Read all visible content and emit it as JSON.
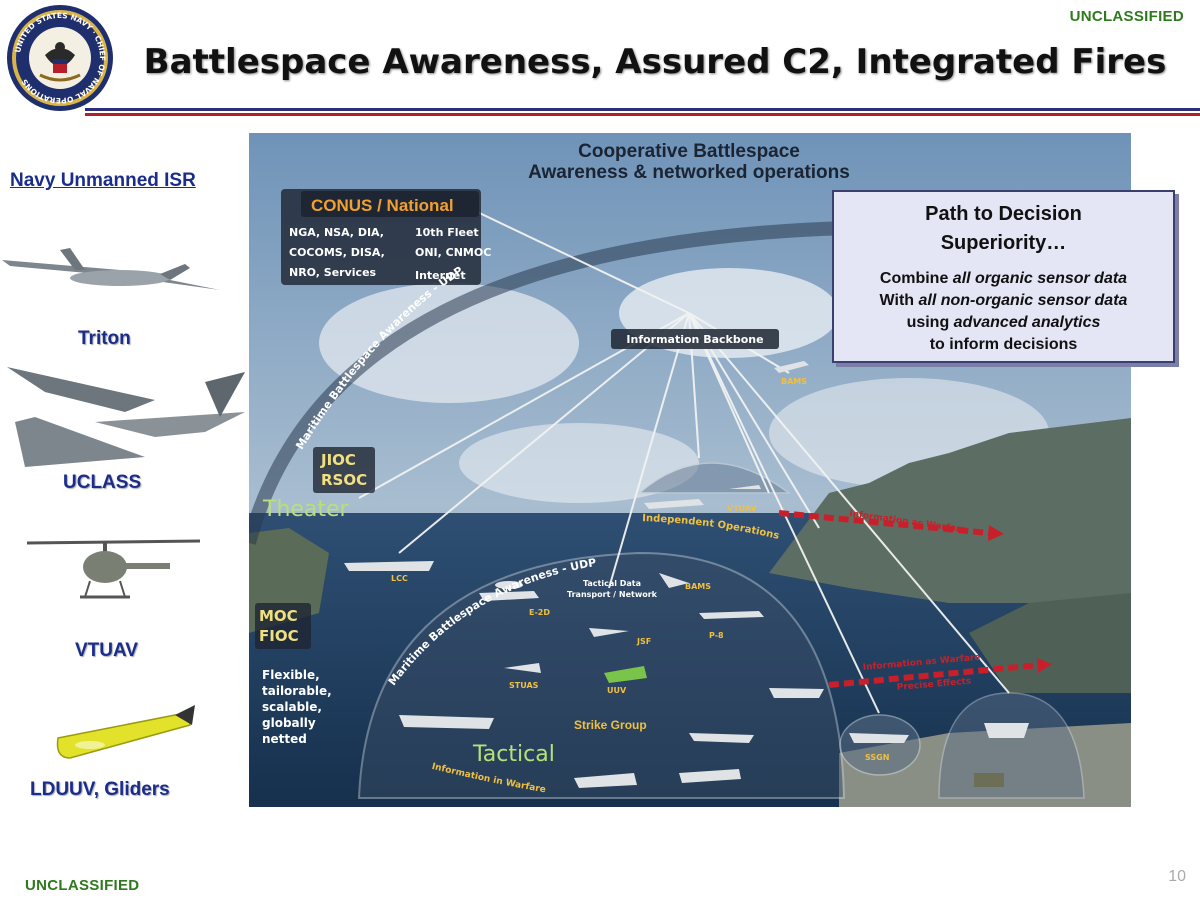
{
  "header": {
    "classification_top": "UNCLASSIFIED",
    "title": "Battlespace Awareness, Assured C2, Integrated Fires",
    "seal_text": "UNITED STATES NAVY · CHIEF OF NAVAL OPERATIONS"
  },
  "left_panel": {
    "heading": "Navy Unmanned ISR",
    "items": [
      {
        "label": "Triton"
      },
      {
        "label": "UCLASS"
      },
      {
        "label": "VTUAV"
      },
      {
        "label": "LDUUV, Gliders"
      }
    ]
  },
  "diagram": {
    "top_title_line1": "Cooperative Battlespace",
    "top_title_line2": "Awareness & networked operations",
    "conus_label": "CONUS / National",
    "conus_col1": [
      "NGA, NSA, DIA,",
      "COCOMS, DISA,",
      "NRO, Services"
    ],
    "conus_col2": [
      "10th Fleet",
      "ONI, CNMOC",
      "Internet"
    ],
    "outer_arc_label": "Maritime Battlespace Awareness - UDP",
    "inner_arc_label": "Maritime Battlespace Awareness - UDP",
    "info_backbone": "Information Backbone",
    "bams_top": "BAMS",
    "jioc": "JIOC",
    "rsoc": "RSOC",
    "theater": "Theater",
    "vtuav": "VTUAV",
    "independent_ops": "Independent Operations",
    "info_warfare_top": "Information as Warfare",
    "lcc": "LCC",
    "tactical_data_1": "Tactical Data",
    "tactical_data_2": "Transport / Network",
    "bams_mid": "BAMS",
    "e2d": "E-2D",
    "p8": "P-8",
    "jsf": "JSF",
    "moc": "MOC",
    "fioc": "FIOC",
    "flex_lines": [
      "Flexible,",
      "tailorable,",
      "scalable,",
      "globally",
      "netted"
    ],
    "stuas": "STUAS",
    "uuv": "UUV",
    "strike_group": "Strike Group",
    "tactical": "Tactical",
    "info_in_warfare": "Information in Warfare",
    "info_warfare_bottom": "Information as Warfare",
    "precise_effects": "Precise Effects",
    "ssgn": "SSGN"
  },
  "path_box": {
    "title_line1": "Path to Decision",
    "title_line2": "Superiority…",
    "line1_pre": "Combine ",
    "line1_em": "all organic sensor data",
    "line2_pre": "With ",
    "line2_em": "all non-organic sensor data",
    "line3_pre": "using ",
    "line3_em": "advanced analytics",
    "line4": "to inform decisions"
  },
  "footer": {
    "classification_bottom": "UNCLASSIFIED",
    "page_number": "10"
  },
  "colors": {
    "navy_blue": "#1b2d8a",
    "rule_blue": "#2b2f7a",
    "rule_red": "#b41f2b",
    "classification_green": "#2f7a1f",
    "info_warfare_red": "#c8202a"
  }
}
